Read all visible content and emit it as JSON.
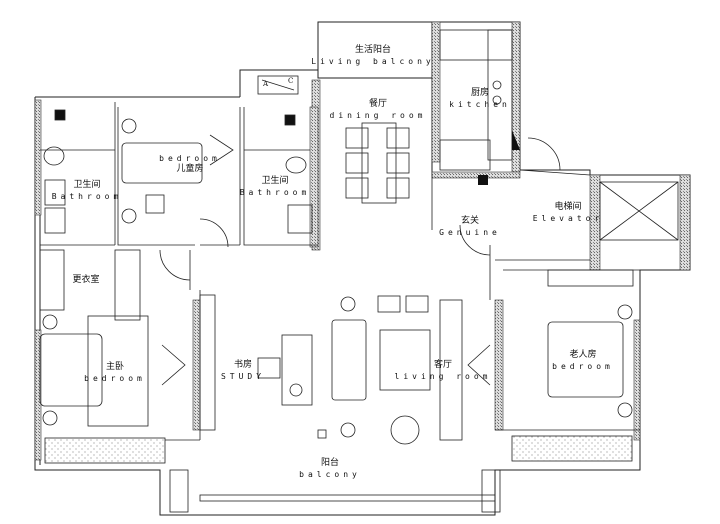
{
  "rooms": {
    "living_balcony": {
      "zh": "生活阳台",
      "en": "Living balcony"
    },
    "kitchen": {
      "zh": "厨房",
      "en": "kitchen"
    },
    "dining": {
      "zh": "餐厅",
      "en": "dining room"
    },
    "bath_left": {
      "zh": "卫生间",
      "en": "Bathroom"
    },
    "bath_mid": {
      "zh": "卫生间",
      "en": "Bathroom"
    },
    "kids_room": {
      "zh": "儿童房",
      "en": "bedroom"
    },
    "closet": {
      "zh": "更衣室"
    },
    "master": {
      "zh": "主卧",
      "en": "bedroom"
    },
    "study": {
      "zh": "书房",
      "en": "STUDY"
    },
    "living": {
      "zh": "客厅",
      "en": "living room"
    },
    "foyer": {
      "zh": "玄关",
      "en": "Genuine"
    },
    "elevator": {
      "zh": "电梯间",
      "en": "Elevator"
    },
    "elder_room": {
      "zh": "老人房",
      "en": "bedroom"
    },
    "balcony": {
      "zh": "阳台",
      "en": "balcony"
    }
  },
  "ac_unit": {
    "left": "A",
    "right": "C"
  },
  "colors": {
    "line": "#222222",
    "wall_hatch": "#9a9a9a"
  }
}
